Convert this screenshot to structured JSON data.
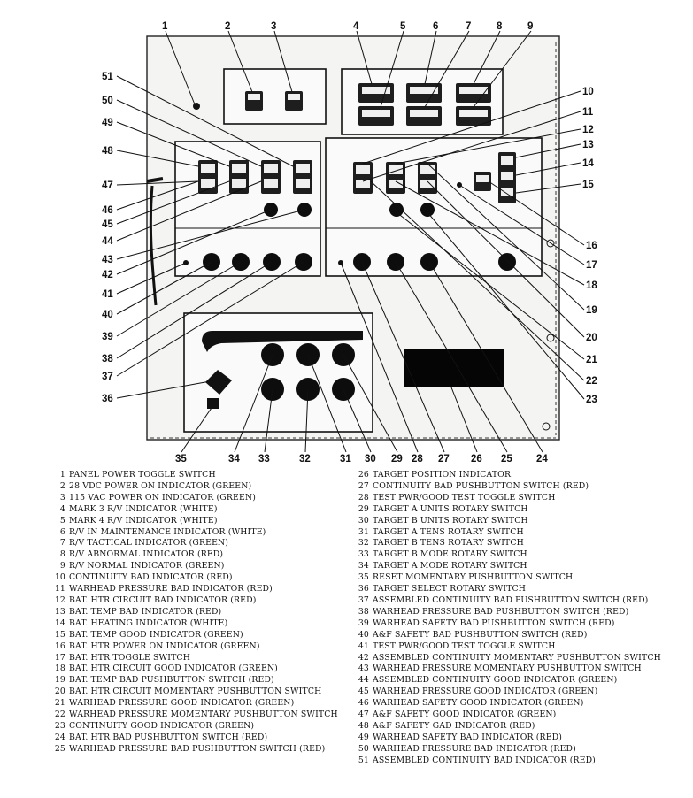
{
  "callouts": [
    "1",
    "2",
    "3",
    "4",
    "5",
    "6",
    "7",
    "8",
    "9",
    "10",
    "11",
    "12",
    "13",
    "14",
    "15",
    "16",
    "17",
    "18",
    "19",
    "20",
    "21",
    "22",
    "23",
    "24",
    "25",
    "26",
    "27",
    "28",
    "29",
    "30",
    "31",
    "32",
    "33",
    "34",
    "35",
    "36",
    "37",
    "38",
    "39",
    "40",
    "41",
    "42",
    "43",
    "44",
    "45",
    "46",
    "47",
    "48",
    "49",
    "50",
    "51"
  ],
  "legend": [
    {
      "n": "1",
      "text": "PANEL POWER TOGGLE SWITCH"
    },
    {
      "n": "2",
      "text": "28 VDC POWER ON INDICATOR (GREEN)"
    },
    {
      "n": "3",
      "text": "115 VAC POWER ON INDICATOR (GREEN)"
    },
    {
      "n": "4",
      "text": "MARK 3 R/V  INDICATOR (WHITE)"
    },
    {
      "n": "5",
      "text": "MARK 4 R/V INDICATOR (WHITE)"
    },
    {
      "n": "6",
      "text": "R/V IN MAINTENANCE INDICATOR (WHITE)"
    },
    {
      "n": "7",
      "text": "R/V TACTICAL INDICATOR (GREEN)"
    },
    {
      "n": "8",
      "text": "R/V ABNORMAL INDICATOR (RED)"
    },
    {
      "n": "9",
      "text": "R/V NORMAL INDICATOR (GREEN)"
    },
    {
      "n": "10",
      "text": "CONTINUITY BAD INDICATOR (RED)"
    },
    {
      "n": "11",
      "text": "WARHEAD PRESSURE BAD INDICATOR (RED)"
    },
    {
      "n": "12",
      "text": "BAT. HTR CIRCUIT BAD INDICATOR (RED)"
    },
    {
      "n": "13",
      "text": "BAT. TEMP BAD INDICATOR (RED)"
    },
    {
      "n": "14",
      "text": "BAT. HEATING INDICATOR (WHITE)"
    },
    {
      "n": "15",
      "text": "BAT. TEMP GOOD INDICATOR (GREEN)"
    },
    {
      "n": "16",
      "text": "BAT. HTR POWER ON INDICATOR (GREEN)"
    },
    {
      "n": "17",
      "text": "BAT. HTR TOGGLE SWITCH"
    },
    {
      "n": "18",
      "text": "BAT. HTR CIRCUIT GOOD INDICATOR (GREEN)"
    },
    {
      "n": "19",
      "text": "BAT. TEMP BAD PUSHBUTTON SWITCH (RED)"
    },
    {
      "n": "20",
      "text": "BAT. HTR CIRCUIT MOMENTARY PUSHBUTTON SWITCH"
    },
    {
      "n": "21",
      "text": "WARHEAD PRESSURE GOOD INDICATOR (GREEN)"
    },
    {
      "n": "22",
      "text": "WARHEAD PRESSURE MOMENTARY PUSHBUTTON SWITCH"
    },
    {
      "n": "23",
      "text": "CONTINUITY GOOD INDICATOR (GREEN)"
    },
    {
      "n": "24",
      "text": "BAT. HTR BAD PUSHBUTTON SWITCH (RED)"
    },
    {
      "n": "25",
      "text": "WARHEAD PRESSURE BAD PUSHBUTTON SWITCH (RED)"
    },
    {
      "n": "26",
      "text": "TARGET POSITION INDICATOR"
    },
    {
      "n": "27",
      "text": "CONTINUITY BAD PUSHBUTTON SWITCH (RED)"
    },
    {
      "n": "28",
      "text": "TEST PWR/GOOD TEST TOGGLE SWITCH"
    },
    {
      "n": "29",
      "text": "TARGET A UNITS ROTARY SWITCH"
    },
    {
      "n": "30",
      "text": "TARGET B UNITS ROTARY SWITCH"
    },
    {
      "n": "31",
      "text": "TARGET A TENS ROTARY SWITCH"
    },
    {
      "n": "32",
      "text": "TARGET B TENS ROTARY SWITCH"
    },
    {
      "n": "33",
      "text": "TARGET B MODE ROTARY SWITCH"
    },
    {
      "n": "34",
      "text": "TARGET A MODE ROTARY SWITCH"
    },
    {
      "n": "35",
      "text": "RESET MOMENTARY PUSHBUTTON SWITCH"
    },
    {
      "n": "36",
      "text": "TARGET SELECT ROTARY SWITCH"
    },
    {
      "n": "37",
      "text": "ASSEMBLED CONTINUITY BAD PUSHBUTTON SWITCH (RED)"
    },
    {
      "n": "38",
      "text": "WARHEAD PRESSURE BAD PUSHBUTTON SWITCH (RED)"
    },
    {
      "n": "39",
      "text": "WARHEAD SAFETY BAD PUSHBUTTON SWITCH (RED)"
    },
    {
      "n": "40",
      "text": "A&F SAFETY BAD PUSHBUTTON SWITCH (RED)"
    },
    {
      "n": "41",
      "text": "TEST PWR/GOOD TEST TOGGLE SWITCH"
    },
    {
      "n": "42",
      "text": "ASSEMBLED CONTINUITY MOMENTARY PUSHBUTTON SWITCH"
    },
    {
      "n": "43",
      "text": "WARHEAD PRESSURE MOMENTARY PUSHBUTTON SWITCH"
    },
    {
      "n": "44",
      "text": "ASSEMBLED CONTINUITY GOOD INDICATOR (GREEN)"
    },
    {
      "n": "45",
      "text": "WARHEAD PRESSURE GOOD INDICATOR (GREEN)"
    },
    {
      "n": "46",
      "text": "WARHEAD SAFETY GOOD INDICATOR (GREEN)"
    },
    {
      "n": "47",
      "text": "A&F SAFETY GOOD INDICATOR (GREEN)"
    },
    {
      "n": "48",
      "text": "A&F SAFETY GAD INDICATOR (RED)"
    },
    {
      "n": "49",
      "text": "WARHEAD SAFETY BAD INDICATOR (RED)"
    },
    {
      "n": "50",
      "text": "WARHEAD PRESSURE BAD INDICATOR (RED)"
    },
    {
      "n": "51",
      "text": "ASSEMBLED CONTINUITY BAD INDICATOR (RED)"
    }
  ],
  "colors": {
    "ink": "#111111",
    "panel": "#f4f4f2",
    "knob": "#0d0d0d"
  }
}
